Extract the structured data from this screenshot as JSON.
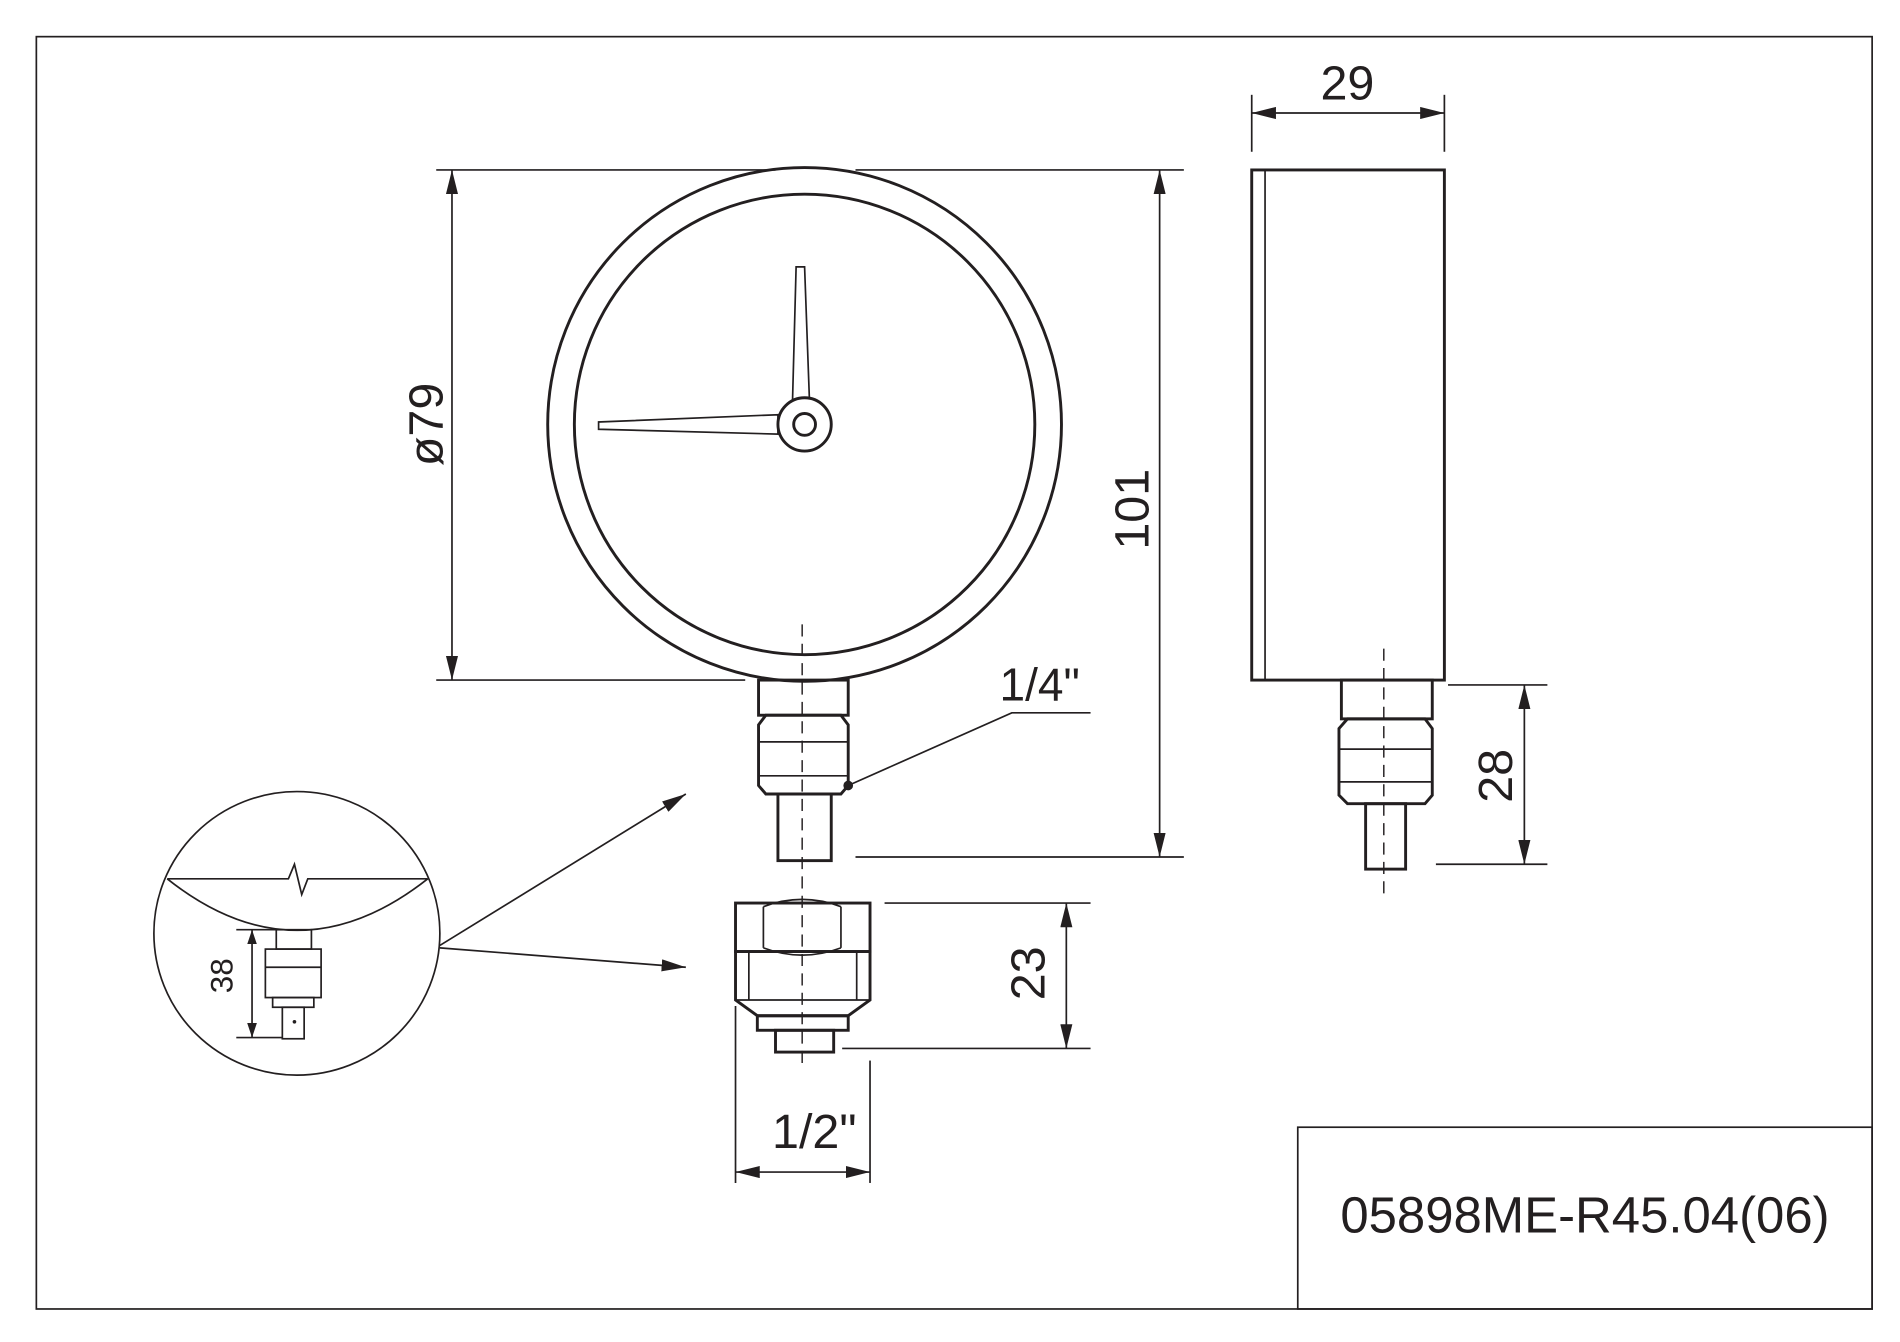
{
  "drawing": {
    "part_number": "05898ME-R45.04(06)",
    "dimensions": {
      "dial_diameter": "ø79",
      "total_height": "101",
      "case_depth": "29",
      "connector_height": "28",
      "fitting_height": "23",
      "fitting_thread": "1/2\"",
      "connector_thread": "1/4\"",
      "detail_height": "38"
    }
  }
}
